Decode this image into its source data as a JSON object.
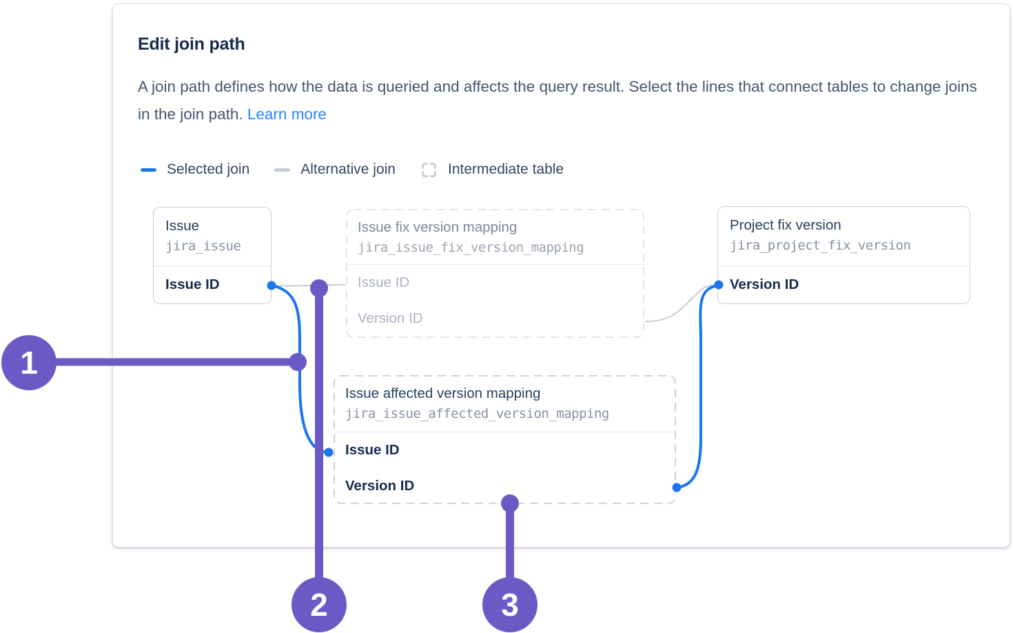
{
  "card": {
    "title": "Edit join path",
    "description": "A join path defines how the data is queried and affects the query result. Select the lines that connect tables to change joins in the join path.",
    "learn_more": "Learn more"
  },
  "legend": {
    "items": [
      {
        "label": "Selected join",
        "swatch": "selected-join-dash"
      },
      {
        "label": "Alternative join",
        "swatch": "alternative-join-dash"
      },
      {
        "label": "Intermediate table",
        "swatch": "intermediate-table-icon"
      }
    ]
  },
  "tables": [
    {
      "title": "Issue",
      "table_name": "jira_issue",
      "state": "active",
      "border": "solid",
      "fields": [
        {
          "name": "Issue ID"
        }
      ]
    },
    {
      "title": "Issue fix version mapping",
      "table_name": "jira_issue_fix_version_mapping",
      "state": "inactive-alternative",
      "border": "dashed",
      "fields": [
        {
          "name": "Issue ID"
        },
        {
          "name": "Version ID"
        }
      ]
    },
    {
      "title": "Project fix version",
      "table_name": "jira_project_fix_version",
      "state": "active",
      "border": "solid",
      "fields": [
        {
          "name": "Version ID"
        }
      ]
    },
    {
      "title": "Issue affected version mapping",
      "table_name": "jira_issue_affected_version_mapping",
      "state": "active-intermediate",
      "border": "dashed",
      "fields": [
        {
          "name": "Issue ID"
        },
        {
          "name": "Version ID"
        }
      ]
    }
  ],
  "joins": {
    "selected": [
      "Issue.Issue ID → Issue affected version mapping.Issue ID",
      "Issue affected version mapping.Version ID → Project fix version.Version ID"
    ],
    "alternative": [
      "Issue.Issue ID → Issue fix version mapping.Issue ID",
      "Issue fix version mapping.Version ID → Project fix version.Version ID"
    ]
  },
  "callouts": [
    {
      "number": "1"
    },
    {
      "number": "2"
    },
    {
      "number": "3"
    }
  ],
  "colors": {
    "selected_join": "#1D74F0",
    "alternative_join": "#C6CCD5",
    "callout_purple": "#6A5AC5",
    "link_blue": "#2684FF",
    "dashed_border_light": "#E0E4EA",
    "dashed_border": "#CCD2DB"
  }
}
